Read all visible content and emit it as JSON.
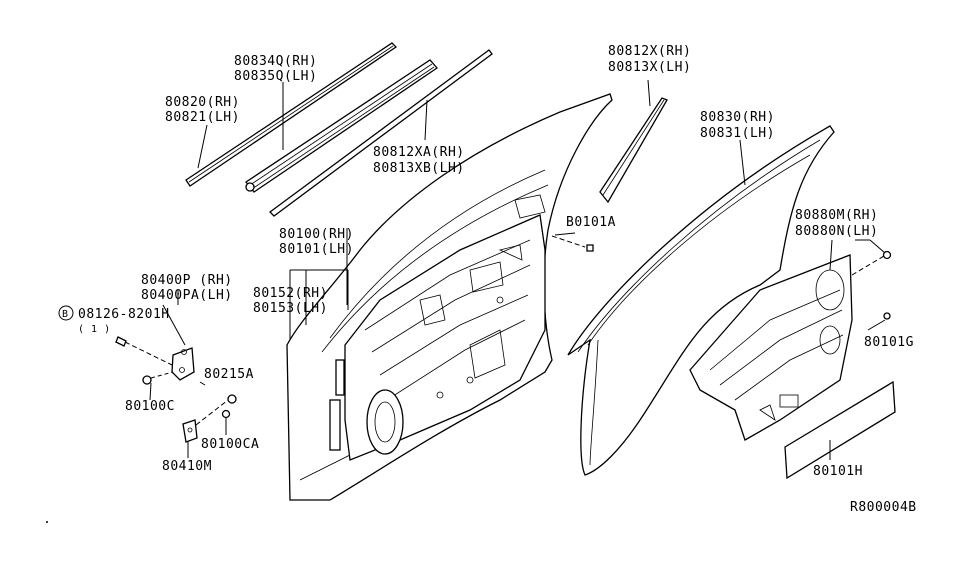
{
  "diagram": {
    "labels": {
      "l80834": [
        "80834Q(RH)",
        "80835Q(LH)"
      ],
      "l80820": [
        "80820(RH)",
        "80821(LH)"
      ],
      "l80812xa": [
        "80812XA(RH)",
        "80813XB(LH)"
      ],
      "l80812x": [
        "80812X(RH)",
        "80813X(LH)"
      ],
      "l80830": [
        "80830(RH)",
        "80831(LH)"
      ],
      "l80101a": [
        "B0101A"
      ],
      "l80100": [
        "80100(RH)",
        "80101(LH)"
      ],
      "l80152": [
        "80152(RH)",
        "80153(LH)"
      ],
      "l80880": [
        "80880M(RH)",
        "80880N(LH)"
      ],
      "l80400": [
        "80400P (RH)",
        "80400PA(LH)"
      ],
      "l08126": [
        "08126-8201H",
        "( 1 )"
      ],
      "l80215a": [
        "80215A"
      ],
      "l80100c": [
        "80100C"
      ],
      "l80100ca": [
        "80100CA"
      ],
      "l80410m": [
        "80410M"
      ],
      "l80101g": [
        "80101G"
      ],
      "l80101h": [
        "80101H"
      ],
      "catalog": [
        "R800004B"
      ]
    },
    "bolt_mark": "B"
  }
}
